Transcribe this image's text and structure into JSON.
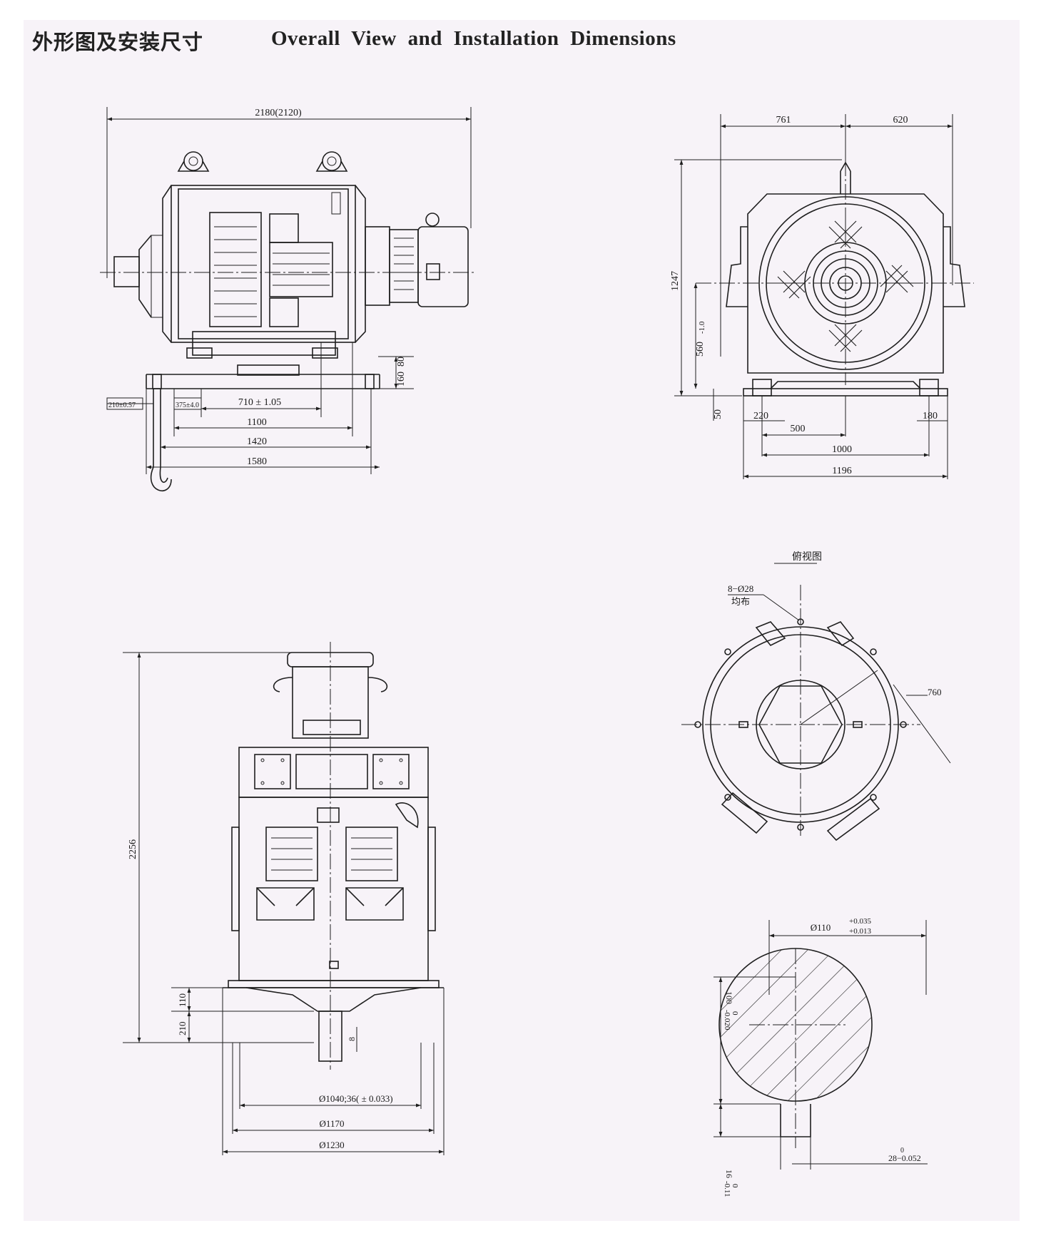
{
  "title": {
    "cn": "外形图及安装尺寸",
    "en": "Overall View and Installation Dimensions"
  },
  "side_view": {
    "dim_overall_length": "2180(2120)",
    "dim_foot_height": "160",
    "dim_foot_height_b": "80",
    "dim_210": "210±0.57",
    "dim_375": "375±4.0",
    "dim_710": "710 ± 1.05",
    "dim_1100": "1100",
    "dim_1420": "1420",
    "dim_1580": "1580"
  },
  "end_view": {
    "dim_761": "761",
    "dim_620": "620",
    "dim_1247": "1247",
    "dim_560": "560",
    "dim_560_tol": "-1.0",
    "dim_50": "50",
    "dim_220": "220",
    "dim_500": "500",
    "dim_180": "180",
    "dim_1000": "1000",
    "dim_1196": "1196"
  },
  "top_view": {
    "label": "俯视图",
    "holes": "8−Ø28",
    "holes_note": "均布",
    "dim_760": "760"
  },
  "vertical_view": {
    "dim_2256": "2256",
    "dim_110": "110",
    "dim_210": "210",
    "dim_8": "8",
    "dim_1040": "Ø1040;36( ± 0.033)",
    "dim_1170": "Ø1170",
    "dim_1230": "Ø1230"
  },
  "shaft_section": {
    "dia": "Ø110",
    "tol_upper": "+0.035",
    "tol_lower": "+0.013",
    "dim_100": "100",
    "dim_100_tol": "-0.020",
    "dim_100_zero": "0",
    "key_width": "28−0.052",
    "key_width_zero": "0",
    "dim_16": "16",
    "dim_16_tol": "-0.11",
    "dim_16_zero": "0"
  }
}
